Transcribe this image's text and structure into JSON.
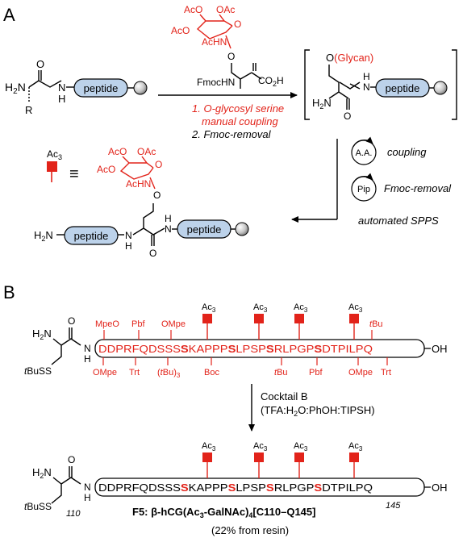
{
  "colors": {
    "accent_red": "#e2231a",
    "peptide_blue": "#bcd2ea",
    "bead_gray": "#b8b8b8"
  },
  "panelA": {
    "label": "A",
    "peptide": "peptide",
    "start_h2n": "H2N",
    "start_nh": "N",
    "start_h": "H",
    "start_r": "R",
    "start_o": "O",
    "reagent_sugar": [
      "AcO",
      "OAc",
      "AcO",
      "AcHN",
      "O",
      "O"
    ],
    "reagent_fmochn": "FmocHN",
    "reagent_co2h": "CO2H",
    "step1_line1": "1. O-glycosyl serine",
    "step1_line2": "manual coupling",
    "step2": "2. Fmoc-removal",
    "product_glycan": "O(Glycan)",
    "product_h2n": "H2N",
    "product_o": "O",
    "product_nh": "N",
    "product_h": "H",
    "legend_ac3": "Ac3",
    "legend_equiv": "≡",
    "legend_sugar": [
      "AcO",
      "OAc",
      "AcO",
      "AcHN",
      "O",
      "O"
    ],
    "cycle_aa": "A.A.",
    "cycle_coupling": "coupling",
    "cycle_pip": "Pip",
    "cycle_fmoc": "Fmoc-removal",
    "cycle_auto": "automated SPPS",
    "final_h2n": "H2N",
    "final_n": "N",
    "final_h": "H",
    "final_o": "O"
  },
  "panelB": {
    "label": "B",
    "h2n": "H2N",
    "o": "O",
    "nh": "N",
    "h": "H",
    "tbuss": "tBuSS",
    "seq_prefix": "DDPRFQDSSS",
    "seq_parts": [
      "S",
      "KAPPP",
      "S",
      "LPSP",
      "S",
      "RLPGP",
      "S",
      "DTPILPQ"
    ],
    "oh": "OH",
    "ac3": "Ac3",
    "pg_top": [
      "MpeO",
      "Pbf",
      "OMpe",
      "tBu"
    ],
    "pg_bottom": [
      "OMpe",
      "Trt",
      "(tBu)3",
      "Boc",
      "tBu",
      "Pbf",
      "OMpe",
      "Trt"
    ],
    "cocktail_line1": "Cocktail B",
    "cocktail_line2": "(TFA:H2O:PhOH:TIPSH)",
    "final_seq_prefix": "DDPRFQDSSS",
    "res_start": "110",
    "res_end": "145",
    "compound": "F5: β-hCG(Ac3-GalNAc)4[C110–Q145]",
    "yield": "(22% from resin)"
  }
}
